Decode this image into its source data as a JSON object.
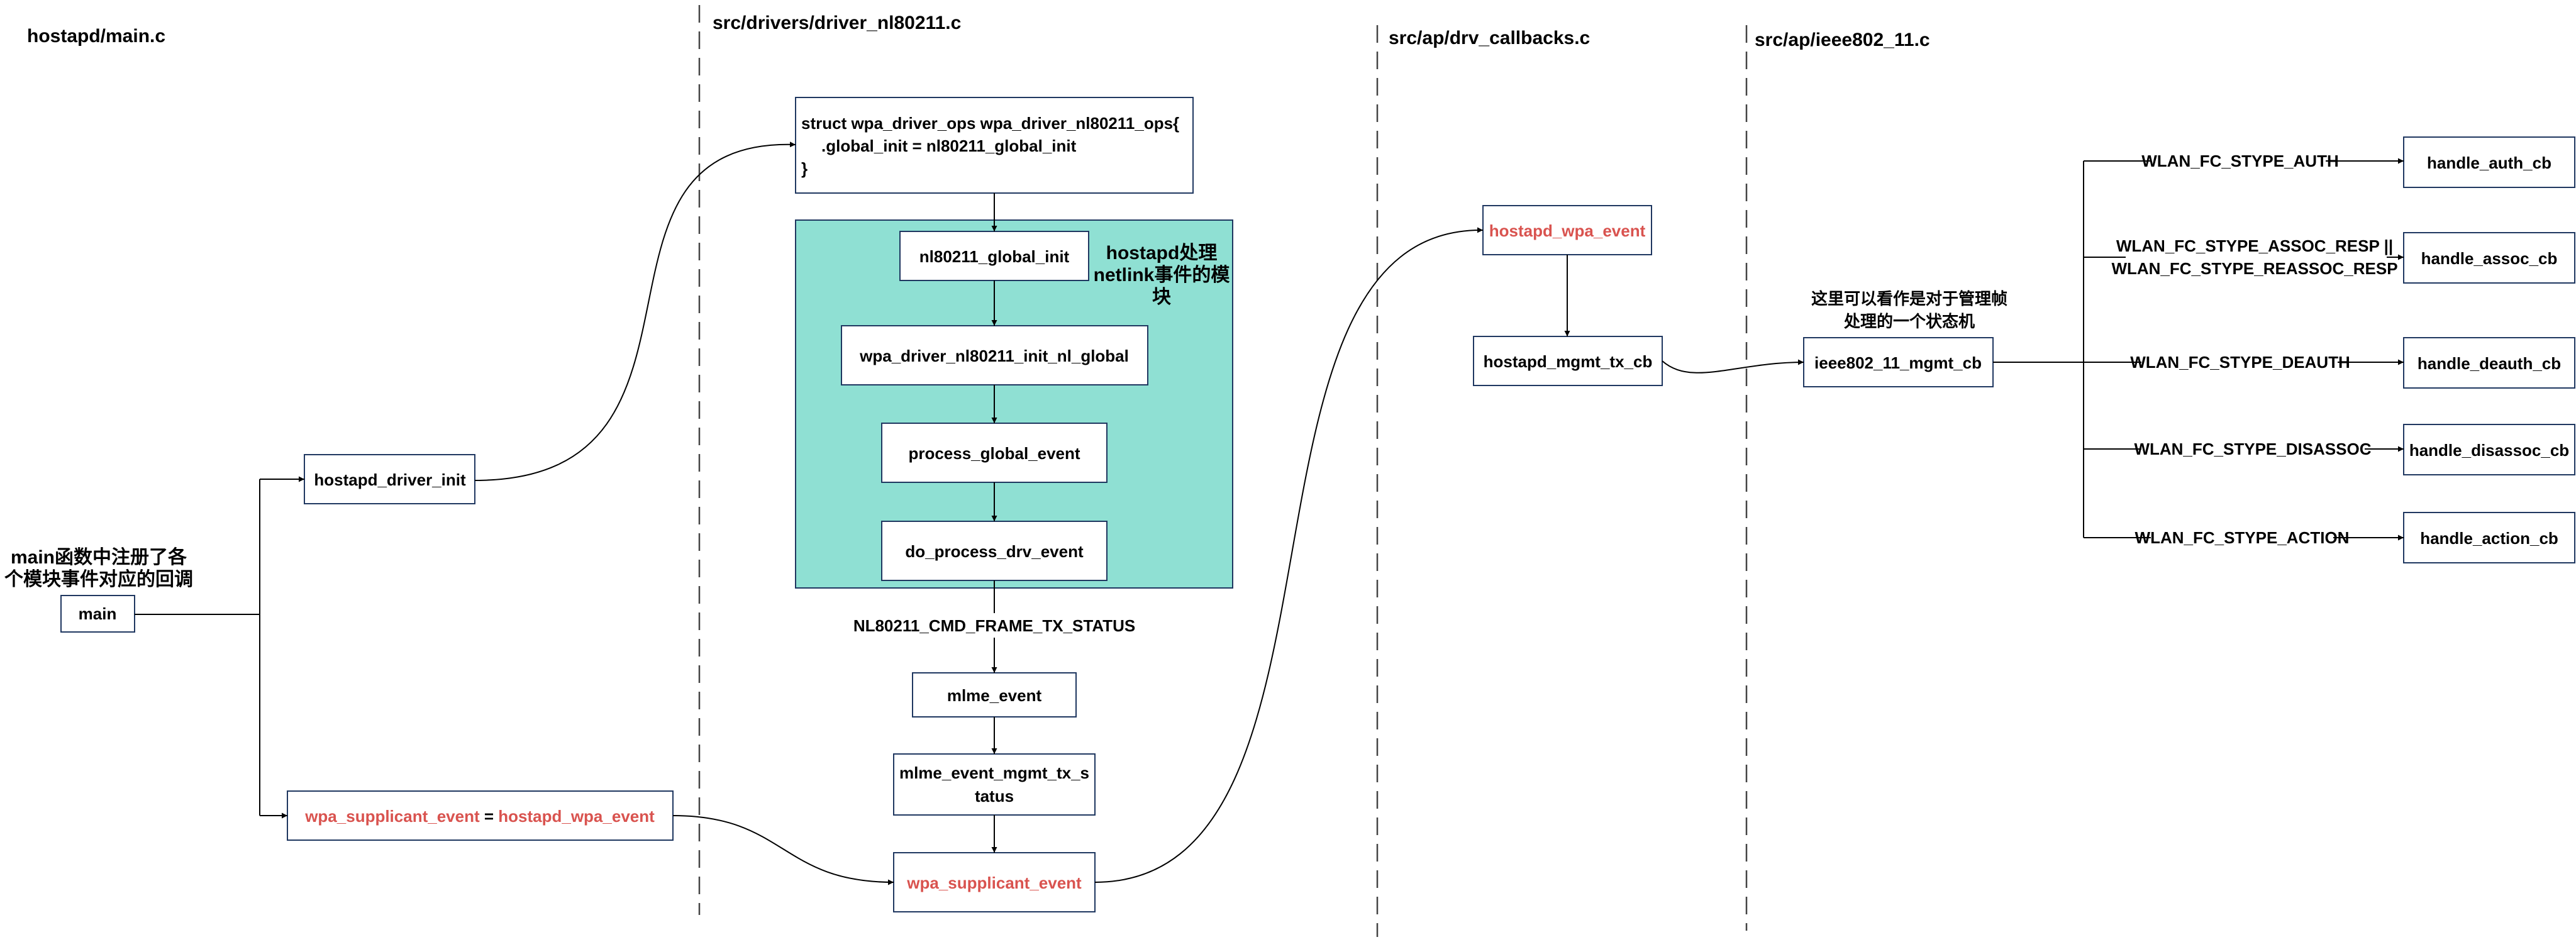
{
  "columns": {
    "main": "hostapd/main.c",
    "driver": "src/drivers/driver_nl80211.c",
    "callbacks": "src/ap/drv_callbacks.c",
    "ieee": "src/ap/ieee802_11.c"
  },
  "notes": {
    "main_note": [
      "main函数中注册了各",
      "个模块事件对应的回调"
    ],
    "region_note": [
      "hostapd处理",
      "netlink事件的模",
      "块"
    ],
    "state_note": [
      "这里可以看作是对于管理帧",
      "处理的一个状态机"
    ]
  },
  "nodes": {
    "main": "main",
    "hostapd_driver_init": "hostapd_driver_init",
    "ops_struct": [
      "struct wpa_driver_ops wpa_driver_nl80211_ops{",
      ".global_init = nl80211_global_init",
      "}"
    ],
    "nl80211_global_init": "nl80211_global_init",
    "init_nl_global": "wpa_driver_nl80211_init_nl_global",
    "process_global_event": "process_global_event",
    "do_process_drv_event": "do_process_drv_event",
    "mlme_event": "mlme_event",
    "mlme_event_mgmt_tx_status": [
      "mlme_event_mgmt_tx_s",
      "tatus"
    ],
    "wpa_supplicant_event_call": "wpa_supplicant_event",
    "assign": {
      "left": "wpa_supplicant_event",
      "op": " = ",
      "right": "hostapd_wpa_event"
    },
    "hostapd_wpa_event": "hostapd_wpa_event",
    "hostapd_mgmt_tx_cb": "hostapd_mgmt_tx_cb",
    "ieee802_11_mgmt_cb": "ieee802_11_mgmt_cb",
    "handle_auth_cb": "handle_auth_cb",
    "handle_assoc_cb": "handle_assoc_cb",
    "handle_deauth_cb": "handle_deauth_cb",
    "handle_disassoc_cb": "handle_disassoc_cb",
    "handle_action_cb": "handle_action_cb"
  },
  "edge_labels": {
    "frame_tx_status": "NL80211_CMD_FRAME_TX_STATUS",
    "stype_auth": "WLAN_FC_STYPE_AUTH",
    "stype_assoc": [
      "WLAN_FC_STYPE_ASSOC_RESP ||",
      "WLAN_FC_STYPE_REASSOC_RESP"
    ],
    "stype_deauth": "WLAN_FC_STYPE_DEAUTH",
    "stype_disassoc": "WLAN_FC_STYPE_DISASSOC",
    "stype_action": "WLAN_FC_STYPE_ACTION"
  },
  "colors": {
    "region_fill": "#8fe0d3",
    "highlight_red": "#d9534f",
    "box_border": "#1f3760"
  }
}
